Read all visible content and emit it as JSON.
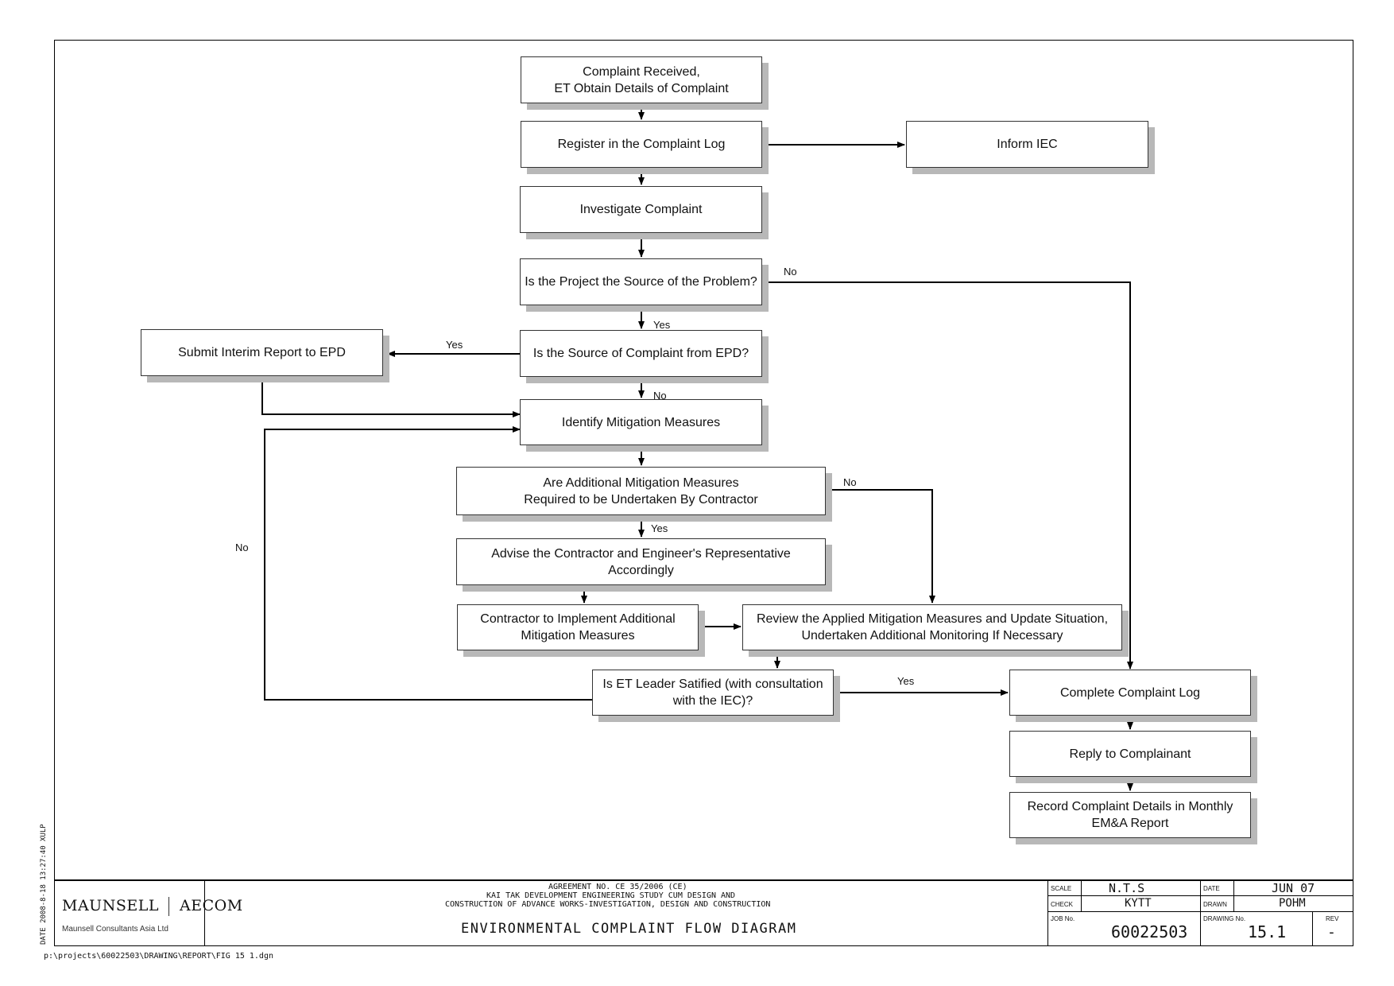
{
  "nodes": {
    "complaint_received": "Complaint Received,\nET Obtain Details of Complaint",
    "register_log": "Register in the Complaint Log",
    "inform_iec": "Inform IEC",
    "investigate": "Investigate Complaint",
    "project_source": "Is the Project the Source of the Problem?",
    "source_epd": "Is the Source of Complaint from EPD?",
    "interim_report": "Submit Interim Report to EPD",
    "identify_mitigation": "Identify Mitigation Measures",
    "additional_required": "Are Additional Mitigation Measures\nRequired to be Undertaken By Contractor",
    "advise_contractor": "Advise the Contractor and Engineer's Representative\nAccordingly",
    "contractor_implement": "Contractor to Implement Additional\nMitigation Measures",
    "review_applied": "Review the Applied Mitigation Measures and Update Situation,\nUndertaken Additional Monitoring If Necessary",
    "et_leader_satisfied": "Is ET Leader Satified (with consultation\nwith the IEC)?",
    "complete_log": "Complete Complaint Log",
    "reply": "Reply to Complainant",
    "record_details": "Record Complaint Details in Monthly\nEM&A Report"
  },
  "labels": {
    "no_project": "No",
    "yes_project": "Yes",
    "yes_epd": "Yes",
    "no_epd": "No",
    "no_additional": "No",
    "yes_additional": "Yes",
    "no_satisfied": "No",
    "yes_satisfied": "Yes"
  },
  "title_block": {
    "company": "MAUNSELL",
    "company2": "AECOM",
    "company_sub": "Maunsell Consultants Asia Ltd",
    "agreement": "AGREEMENT NO. CE 35/2006 (CE)",
    "study_line1": "KAI TAK DEVELOPMENT ENGINEERING STUDY CUM DESIGN AND",
    "study_line2": "CONSTRUCTION OF ADVANCE WORKS-INVESTIGATION, DESIGN AND CONSTRUCTION",
    "drawing_title": "ENVIRONMENTAL COMPLAINT FLOW DIAGRAM",
    "scale_label": "SCALE",
    "scale_value": "N.T.S",
    "date_label": "DATE",
    "date_value": "JUN 07",
    "check_label": "CHECK",
    "check_value": "KYTT",
    "drawn_label": "DRAWN",
    "drawn_value": "POHM",
    "job_label": "JOB No.",
    "job_value": "60022503",
    "drawing_no_label": "DRAWING No.",
    "drawing_no_value": "15.1",
    "rev_label": "REV",
    "rev_value": "-"
  },
  "side_stamp": "DATE 2008-8-18 13:27:40 XULP",
  "file_path": "p:\\projects\\60022503\\DRAWING\\REPORT\\FIG 15 1.dgn"
}
